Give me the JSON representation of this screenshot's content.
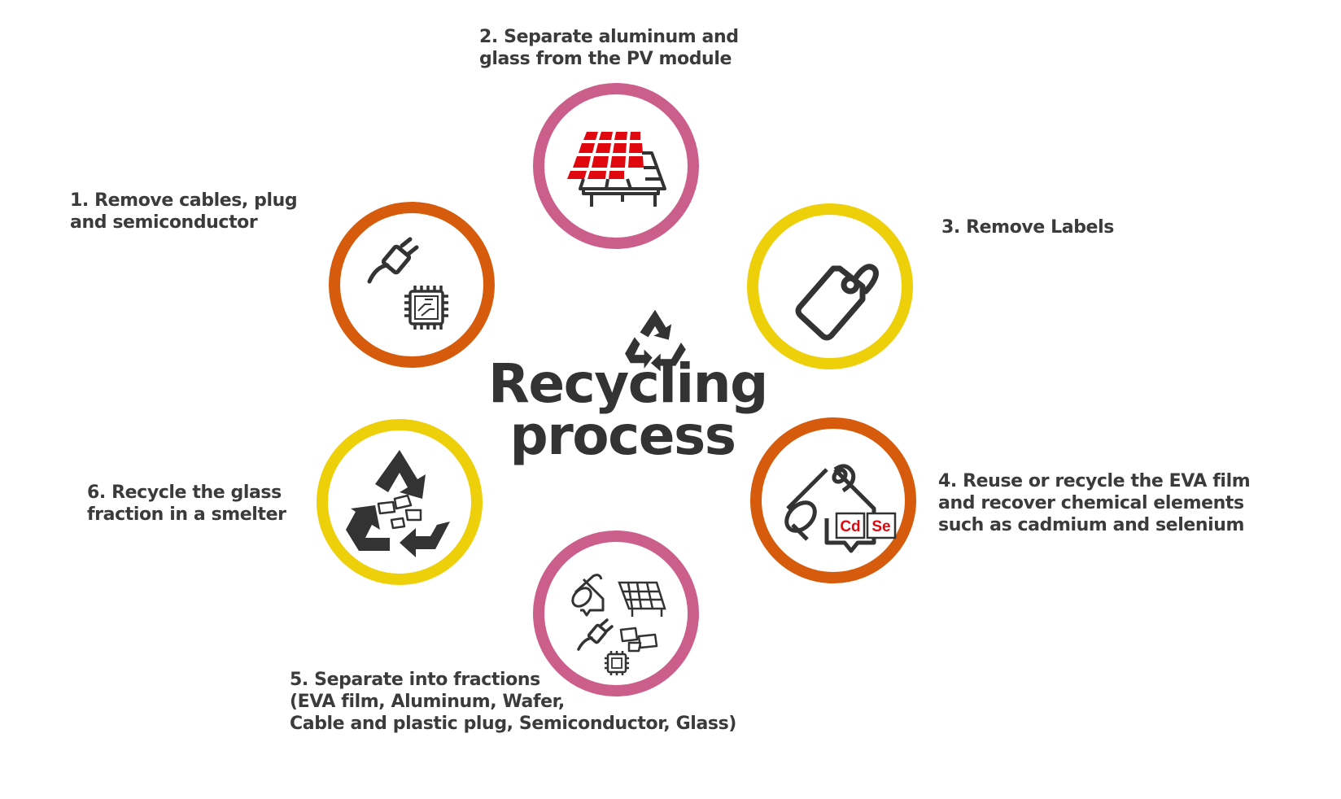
{
  "title": {
    "line1": "Recycling",
    "line2": "process"
  },
  "colors": {
    "orange": "#D65B0C",
    "pink": "#CC5E8C",
    "yellow": "#EDCF0A",
    "red": "#E0080E",
    "dark": "#333333"
  },
  "steps": [
    {
      "lines": [
        "1. Remove cables, plug",
        "and semiconductor"
      ],
      "ring": "orange",
      "icons": [
        "plug-icon",
        "chip-icon"
      ]
    },
    {
      "lines": [
        "2. Separate aluminum and",
        "glass from the PV module"
      ],
      "ring": "pink",
      "icons": [
        "solar-panel-icon"
      ]
    },
    {
      "lines": [
        "3. Remove Labels"
      ],
      "ring": "yellow",
      "icons": [
        "tag-icon"
      ]
    },
    {
      "lines": [
        "4. Reuse or recycle the EVA film",
        "and recover chemical elements",
        "such as cadmium and selenium"
      ],
      "ring": "orange",
      "icons": [
        "film-roll-icon"
      ],
      "elements": [
        "Cd",
        "Se"
      ]
    },
    {
      "lines": [
        "5. Separate into fractions",
        "(EVA film, Aluminum, Wafer,",
        "Cable and plastic plug, Semiconductor, Glass)"
      ],
      "ring": "pink",
      "icons": [
        "film-roll-icon",
        "solar-panel-icon",
        "plug-icon",
        "glass-shards-icon",
        "chip-icon"
      ]
    },
    {
      "lines": [
        "6. Recycle the glass",
        "fraction in a smelter"
      ],
      "ring": "yellow",
      "icons": [
        "recycle-icon",
        "glass-shards-icon"
      ]
    }
  ]
}
